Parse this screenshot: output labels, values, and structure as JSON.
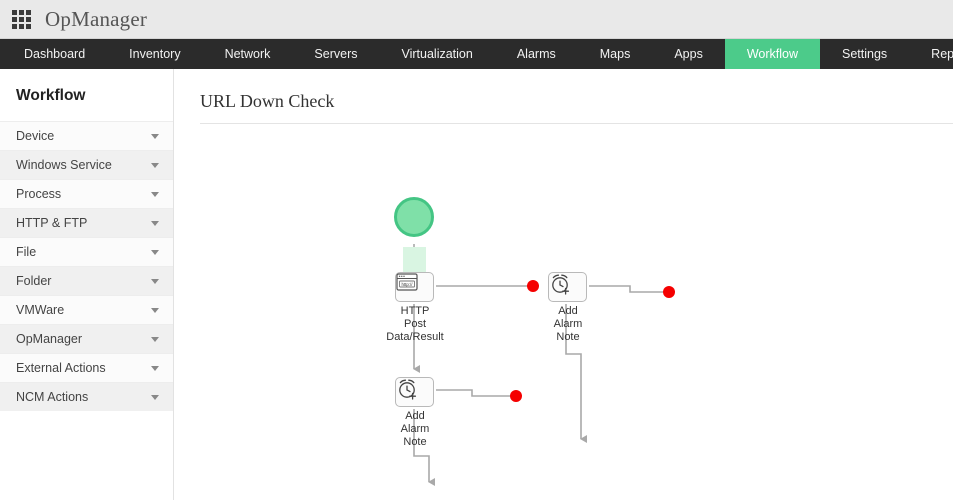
{
  "brand": {
    "title": "OpManager",
    "grid_icon": "grid-menu-icon"
  },
  "nav": {
    "tabs": [
      {
        "label": "Dashboard",
        "active": false
      },
      {
        "label": "Inventory",
        "active": false
      },
      {
        "label": "Network",
        "active": false
      },
      {
        "label": "Servers",
        "active": false
      },
      {
        "label": "Virtualization",
        "active": false
      },
      {
        "label": "Alarms",
        "active": false
      },
      {
        "label": "Maps",
        "active": false
      },
      {
        "label": "Apps",
        "active": false
      },
      {
        "label": "Workflow",
        "active": true
      },
      {
        "label": "Settings",
        "active": false
      },
      {
        "label": "Reports",
        "active": false
      }
    ],
    "active_color": "#4ccb8a",
    "bar_color": "#2b2b2b"
  },
  "sidebar": {
    "title": "Workflow",
    "items": [
      {
        "label": "Device"
      },
      {
        "label": "Windows Service"
      },
      {
        "label": "Process"
      },
      {
        "label": "HTTP & FTP"
      },
      {
        "label": "File"
      },
      {
        "label": "Folder"
      },
      {
        "label": "VMWare"
      },
      {
        "label": "OpManager"
      },
      {
        "label": "External Actions"
      },
      {
        "label": "NCM Actions"
      }
    ],
    "caret_icon": "chevron-down-icon"
  },
  "main": {
    "page_title": "URL Down Check"
  },
  "workflow": {
    "start_node": {
      "name": "start-node",
      "fill": "#7fe0a8",
      "stroke": "#44c584"
    },
    "nodes": [
      {
        "id": "http-post",
        "icon": "http-browser-icon",
        "icon_text": "http://",
        "label_lines": [
          "HTTP",
          "Post",
          "Data/Result"
        ]
      },
      {
        "id": "add-alarm-note-1",
        "icon": "alarm-clock-plus-icon",
        "label_lines": [
          "Add",
          "Alarm",
          "Note"
        ]
      },
      {
        "id": "add-alarm-note-2",
        "icon": "alarm-clock-plus-icon",
        "label_lines": [
          "Add",
          "Alarm",
          "Note"
        ]
      }
    ],
    "endpoint_color": "#f50000",
    "connector_color": "#aaaaaa"
  }
}
